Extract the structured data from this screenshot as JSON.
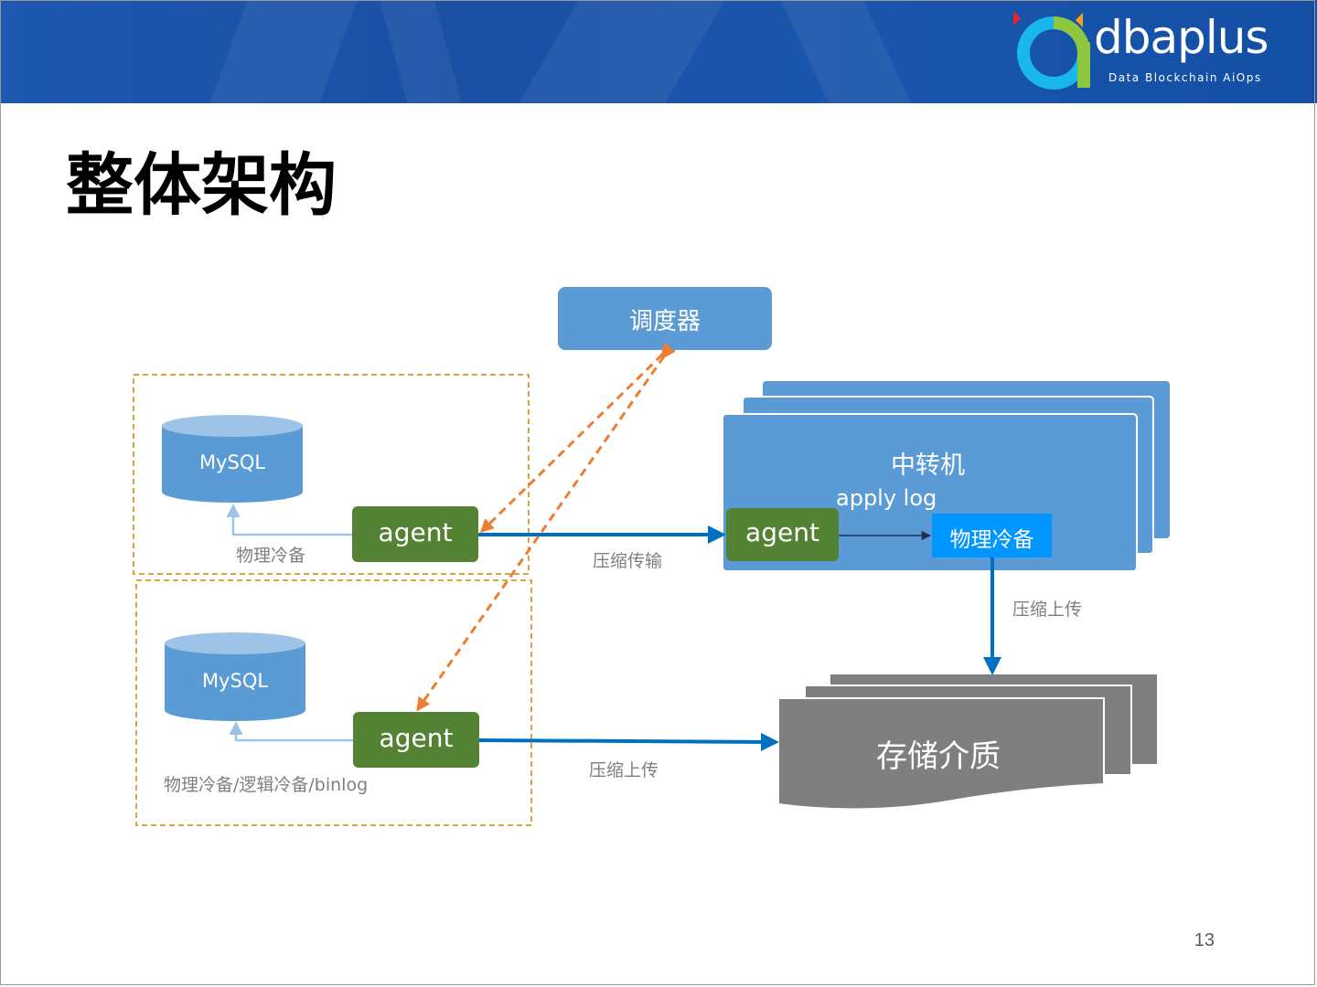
{
  "slide": {
    "title": "整体架构",
    "page_number": "13"
  },
  "logo": {
    "wordmark": "dbaplus",
    "tagline": "Data  Blockchain  AiOps"
  },
  "diagram": {
    "scheduler": "调度器",
    "relay_host": {
      "title": "中转机",
      "subtitle": "apply log",
      "agent": "agent",
      "backup_box": "物理冷备"
    },
    "storage": "存储介质",
    "group1": {
      "db": "MySQL",
      "agent": "agent",
      "backup_label": "物理冷备"
    },
    "group2": {
      "db": "MySQL",
      "agent": "agent",
      "backup_label": "物理冷备/逻辑冷备/binlog"
    },
    "edge_labels": {
      "compress_transfer": "压缩传输",
      "compress_upload_relay": "压缩上传",
      "compress_upload_direct": "压缩上传"
    }
  },
  "colors": {
    "box_blue": "#5b9bd5",
    "agent_green": "#548235",
    "storage_gray": "#7f7f7f",
    "arrow_blue": "#0070c0",
    "dashed_orange": "#ed7d31",
    "group_border": "#d9a441",
    "backup_highlight": "#0096ff"
  }
}
